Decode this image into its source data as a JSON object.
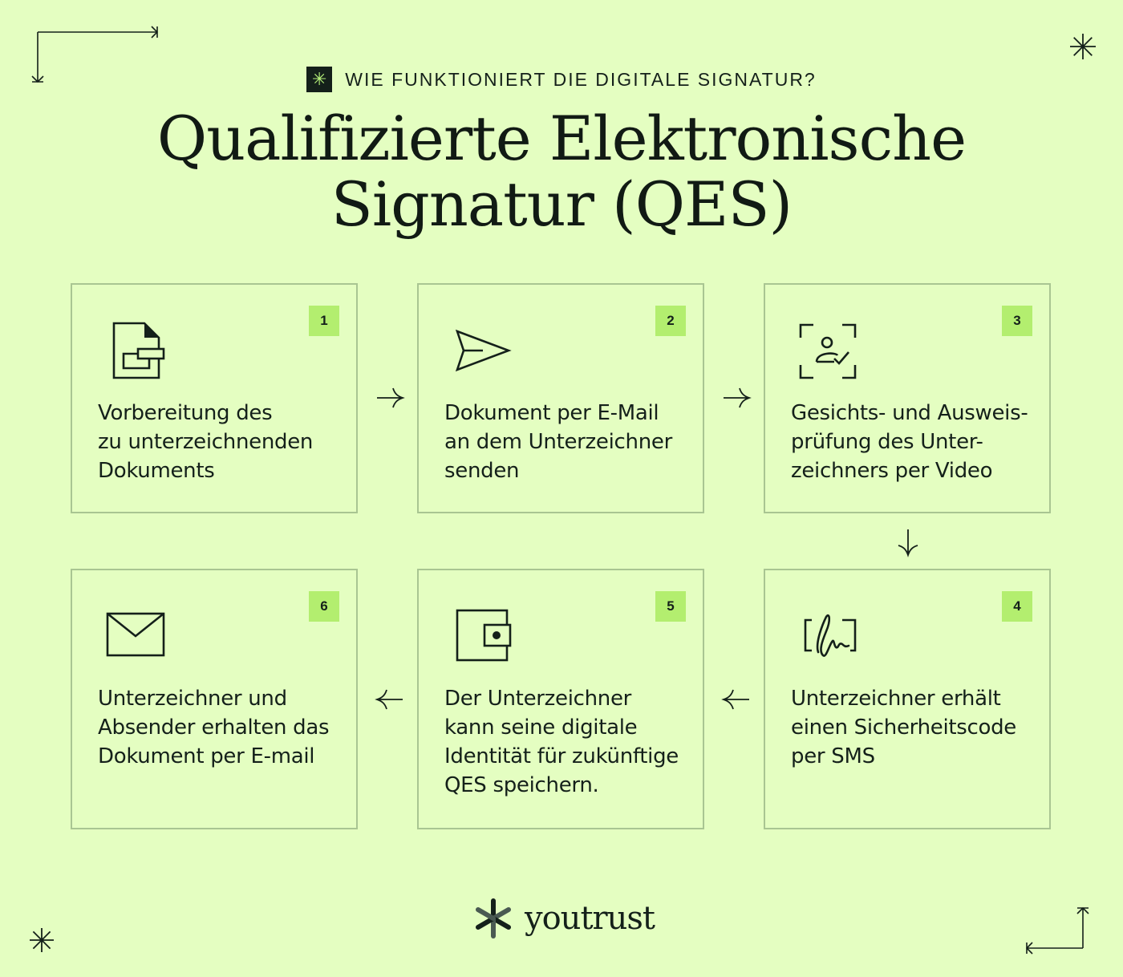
{
  "header": {
    "eyebrow": "WIE FUNKTIONIERT DIE DIGITALE SIGNATUR?",
    "title_line1": "Qualifizierte Elektronische",
    "title_line2": "Signatur (QES)"
  },
  "steps": [
    {
      "number": "1",
      "icon": "document-icon",
      "lines": [
        "Vorbereitung des",
        "zu unterzeichnenden",
        "Dokuments"
      ]
    },
    {
      "number": "2",
      "icon": "send-icon",
      "lines": [
        "Dokument per E-Mail",
        "an dem Unterzeichner",
        "senden"
      ]
    },
    {
      "number": "3",
      "icon": "face-verification-icon",
      "lines": [
        "Gesichts- und Ausweis-",
        "prüfung des Unter-",
        "zeichners per Video"
      ]
    },
    {
      "number": "4",
      "icon": "signature-icon",
      "lines": [
        "Unterzeichner erhält",
        "einen Sicherheitscode",
        "per SMS"
      ]
    },
    {
      "number": "5",
      "icon": "wallet-icon",
      "lines": [
        "Der Unterzeichner",
        "kann seine digitale",
        "Identität für zukünftige",
        "QES speichern."
      ]
    },
    {
      "number": "6",
      "icon": "envelope-icon",
      "lines": [
        "Unterzeichner und",
        "Absender erhalten das",
        "Dokument per E-mail"
      ]
    }
  ],
  "footer": {
    "brand": "youtrust",
    "logo_icon": "youtrust-logo-icon"
  },
  "colors": {
    "background": "#e4fec1",
    "accent": "#b3ee6f",
    "ink": "#14201a",
    "card_border": "#a9c592"
  }
}
